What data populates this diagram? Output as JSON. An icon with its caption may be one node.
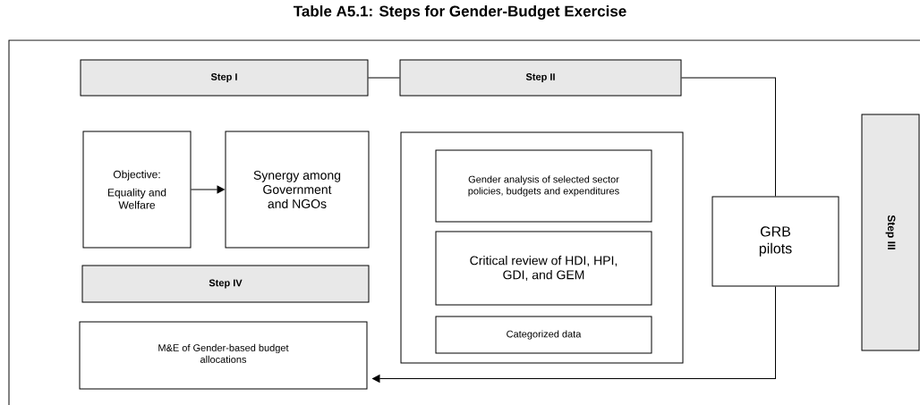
{
  "diagram": {
    "title": "Table A5.1: Steps for Gender-Budget Exercise",
    "nodes": [
      {
        "text": [
          "Step I"
        ]
      },
      {
        "text": [
          "Step II"
        ]
      },
      {
        "text": [
          "Objective:",
          "Equality and Welfare"
        ]
      },
      {
        "text": [
          "Synergy among Government and NGOs"
        ]
      },
      {
        "text": [
          "Step IV"
        ]
      },
      {
        "text": [
          "M&E of Gender-based budget allocations"
        ]
      },
      {
        "text": [],
        "shape": "box"
      },
      {
        "text": [
          "Gender analysis of selected sector policies, budgets and expenditures"
        ],
        "in": 6
      },
      {
        "text": [
          "Critical review of HDI, HPI, GDI, and GEM"
        ],
        "in": 6
      },
      {
        "text": [
          "Categorized data"
        ],
        "in": 6
      },
      {
        "text": [
          "GRB pilots"
        ]
      },
      {
        "text": [
          "Step III"
        ]
      }
    ],
    "edges": [
      {
        "from": 0,
        "to": 1,
        "arrow": "none"
      },
      {
        "from": 2,
        "to": 3,
        "arrow": "to"
      },
      {
        "from": 1,
        "to": 10,
        "arrow": "none"
      },
      {
        "from": 10,
        "to": 5,
        "arrow": "to"
      }
    ]
  }
}
